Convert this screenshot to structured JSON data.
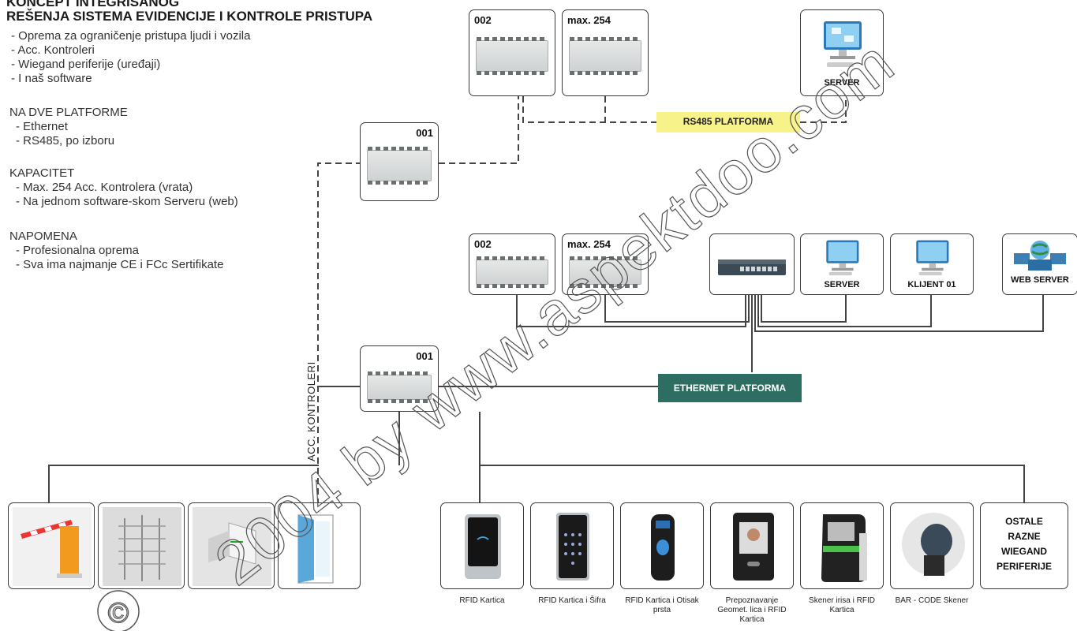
{
  "intro": {
    "heading1": "KONCEPT INTEGRISANOG",
    "heading2": "REŠENJA SISTEMA EVIDENCIJE I KONTROLE PRISTUPA",
    "items": [
      "- Oprema za ograničenje pristupa ljudi i vozila",
      "- Acc. Kontroleri",
      "- Wiegand periferije (uređaji)",
      "- I naš software"
    ]
  },
  "platforms": {
    "title": "NA DVE PLATFORME",
    "items": [
      "- Ethernet",
      "- RS485, po izboru"
    ]
  },
  "capacity": {
    "title": "KAPACITET",
    "items": [
      "- Max. 254 Acc. Kontrolera (vrata)",
      "- Na jednom software-skom Serveru (web)"
    ]
  },
  "note": {
    "title": "NAPOMENA",
    "items": [
      "- Profesionalna oprema",
      "- Sva ima najmanje CE i FCc Sertifikate"
    ]
  },
  "rs485": {
    "label": "RS485 PLATFORMA",
    "controller_main": "001",
    "controller_2": "002",
    "controller_max": "max. 254",
    "server": "SERVER"
  },
  "ethernet": {
    "label": "ETHERNET PLATFORMA",
    "controller_main": "001",
    "controller_2": "002",
    "controller_max": "max. 254",
    "server": "SERVER",
    "client": "KLIJENT 01",
    "web_server": "WEB SERVER"
  },
  "acc_controllers_label": "ACC. KONTROLERI",
  "peripherals": [
    {
      "caption": "RFID Kartica"
    },
    {
      "caption": "RFID Kartica i Šifra"
    },
    {
      "caption": "RFID Kartica i Otisak prsta"
    },
    {
      "caption": "Prepoznavanje Geomet. lica i RFID Kartica"
    },
    {
      "caption": "Skener irisa i RFID Kartica"
    },
    {
      "caption": "BAR - CODE Skener"
    }
  ],
  "other_peripherals": [
    "OSTALE",
    "RAZNE",
    "WIEGAND",
    "PERIFERIJE"
  ],
  "watermark": "2004 by www.aspektdoo.com",
  "copyright_symbol": "©",
  "colors": {
    "rs485_badge": "#f7f28a",
    "ethernet_badge": "#2e6e62",
    "line": "#444444"
  }
}
